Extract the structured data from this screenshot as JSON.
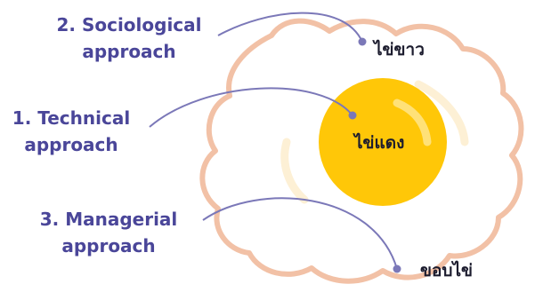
{
  "labels": {
    "sociological": {
      "line1": "2. Sociological",
      "line2": "approach"
    },
    "technical": {
      "line1": "1. Technical",
      "line2": "approach"
    },
    "managerial": {
      "line1": "3. Managerial",
      "line2": "approach"
    }
  },
  "egg_parts": {
    "white": "ไข่ขาว",
    "yolk": "ไข่แดง",
    "edge": "ขอบไข่"
  },
  "colors": {
    "label_text": "#4a4699",
    "connector": "#7b78b8",
    "egg_outline": "#f2c1a6",
    "egg_white_shine": "#fdf0d5",
    "yolk": "#ffc708",
    "yolk_shine": "#ffe178",
    "thai_text": "#1c1c2e"
  }
}
